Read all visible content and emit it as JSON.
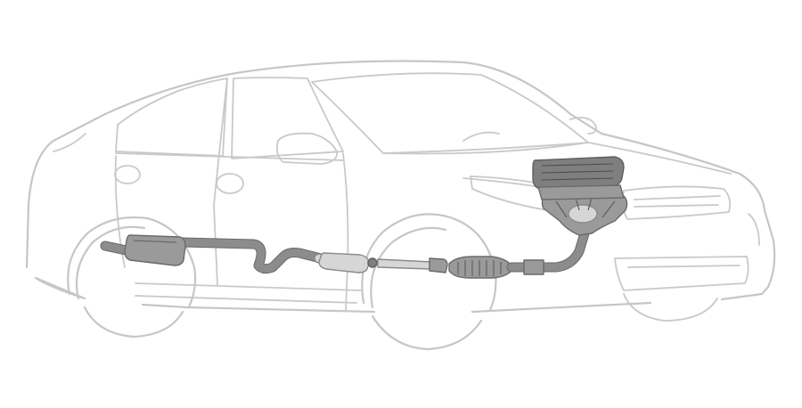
{
  "figure": {
    "subject": "car-exhaust-system-diagram",
    "colors": {
      "background": "#ffffff",
      "car_outline": "#c6c6c6",
      "exhaust_parts": "#8c8c8c",
      "exhaust_parts_dark": "#6a6a6a",
      "pipe_highlight": "#d6d6d6"
    },
    "components": [
      "car-body-outline",
      "front-wheel",
      "rear-wheel",
      "engine-block",
      "exhaust-manifold",
      "front-pipe",
      "catalytic-converter",
      "resonator",
      "intermediate-pipe",
      "rear-pipe",
      "muffler",
      "tailpipe"
    ]
  }
}
